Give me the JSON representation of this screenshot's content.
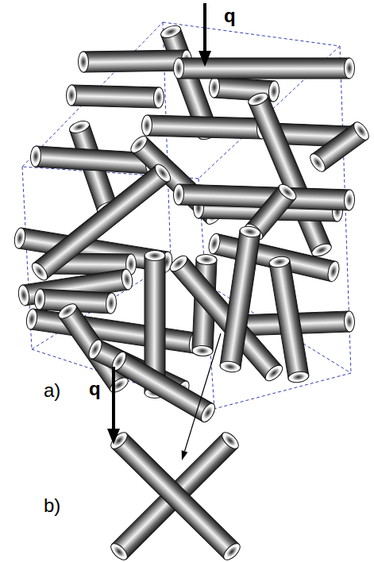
{
  "diagram": {
    "labels": [
      "q",
      "q",
      "a)",
      "b)"
    ]
  }
}
